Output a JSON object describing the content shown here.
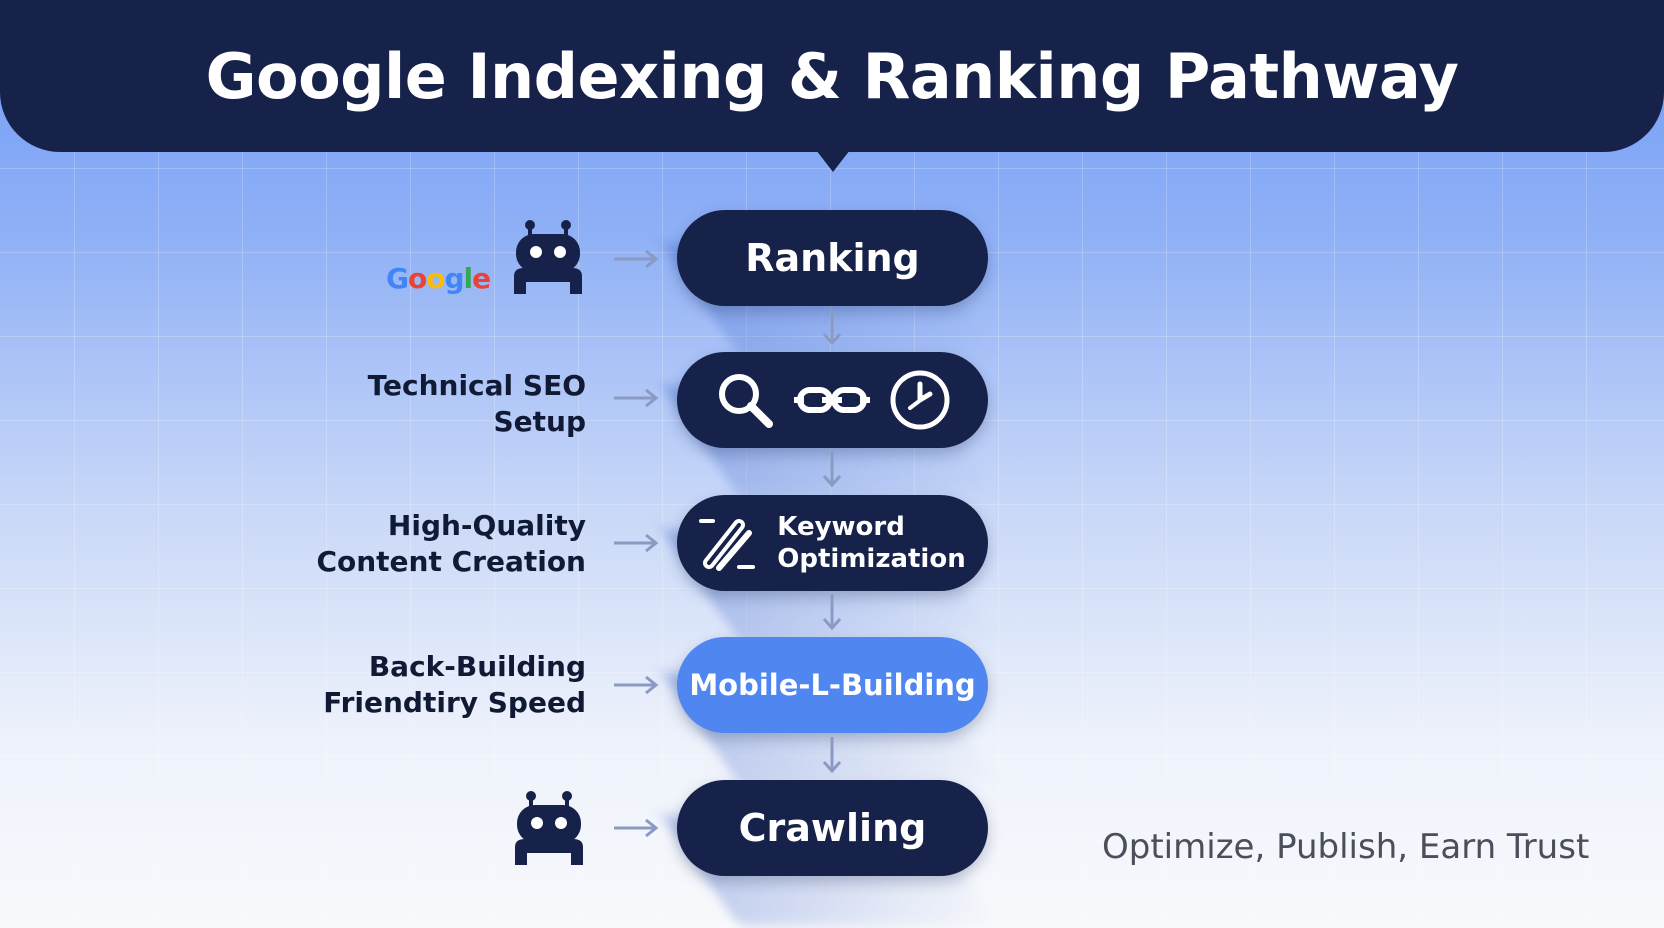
{
  "title": "Google Indexing & Ranking Pathway",
  "google_logo": {
    "letters": [
      "G",
      "o",
      "o",
      "g",
      "l",
      "e"
    ],
    "colors": [
      "#4285F4",
      "#EA4335",
      "#FBBC05",
      "#4285F4",
      "#34A853",
      "#EA4335"
    ]
  },
  "steps": [
    {
      "label_lines": [],
      "box_text": "Ranking"
    },
    {
      "label_lines": [
        "Technical SEO",
        "Setup"
      ],
      "box_icons": [
        "search-icon",
        "link-chain-icon",
        "clock-icon"
      ]
    },
    {
      "label_lines": [
        "High-Quality",
        "Content Creation"
      ],
      "box_icon": "link-pencil-icon",
      "box_text_lines": [
        "Keyword",
        "Optimization"
      ]
    },
    {
      "label_lines": [
        "Back-Building",
        "Friendtiry Speed"
      ],
      "box_text": "Mobile-L-Building"
    },
    {
      "label_lines": [],
      "box_text": "Crawling"
    }
  ],
  "tagline": "Optimize, Publish, Earn Trust",
  "colors": {
    "header": "#17224a",
    "pill_dark": "#17224a",
    "pill_accent": "#4f86f0",
    "arrow": "#8a9ac2"
  }
}
